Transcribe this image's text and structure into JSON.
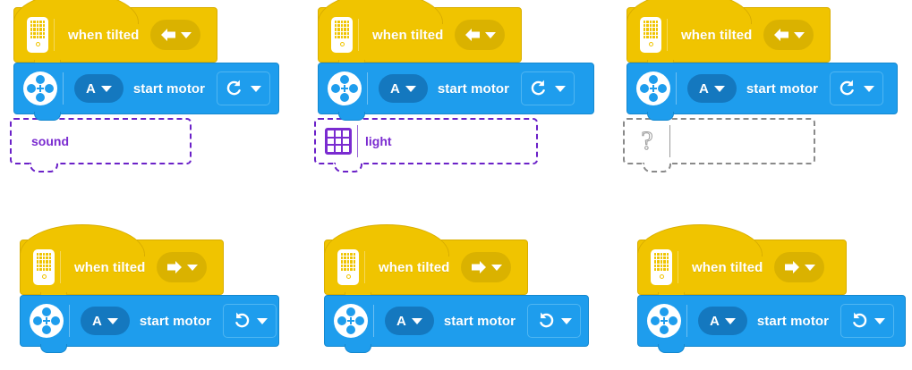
{
  "app": {
    "title": "Block programming canvas",
    "background": "#ffffff"
  },
  "colors": {
    "hat_block": "#f0c400",
    "hat_block_border": "#d9ae00",
    "hat_pill": "#dab200",
    "stack_block": "#1e9ded",
    "stack_block_border": "#1488cf",
    "stack_pill": "#1478bf",
    "ghost_purple": "#6b21c8",
    "ghost_purple_text": "#7a2bd0",
    "ghost_gray": "#8a8a8a",
    "text_white": "#ffffff"
  },
  "labels": {
    "when_tilted": "when tilted",
    "start_motor": "start motor",
    "port_a": "A",
    "sound": "sound",
    "light": "light"
  },
  "icons": {
    "hub": "hub-icon",
    "motor": "motor-icon",
    "tilt_left": "arrow-left-icon",
    "tilt_right": "arrow-right-icon",
    "rotate_cw": "rotate-clockwise-icon",
    "rotate_ccw": "rotate-counterclockwise-icon",
    "dropdown": "chevron-down-icon",
    "light_matrix": "light-matrix-icon",
    "unknown": "question-mark-icon"
  },
  "groups": [
    {
      "id": "group-1",
      "hat": {
        "text": "when tilted",
        "direction": "left",
        "direction_icon": "arrow-left-icon"
      },
      "stack": {
        "port": "A",
        "text": "start motor",
        "direction": "clockwise",
        "direction_icon": "rotate-clockwise-icon"
      },
      "ghost": {
        "label": "sound",
        "icon": "none",
        "color": "#6b21c8",
        "visible": true
      }
    },
    {
      "id": "group-2",
      "hat": {
        "text": "when tilted",
        "direction": "left",
        "direction_icon": "arrow-left-icon"
      },
      "stack": {
        "port": "A",
        "text": "start motor",
        "direction": "clockwise",
        "direction_icon": "rotate-clockwise-icon"
      },
      "ghost": {
        "label": "light",
        "icon": "light-matrix-icon",
        "color": "#6b21c8",
        "visible": true
      }
    },
    {
      "id": "group-3",
      "hat": {
        "text": "when tilted",
        "direction": "left",
        "direction_icon": "arrow-left-icon"
      },
      "stack": {
        "port": "A",
        "text": "start motor",
        "direction": "clockwise",
        "direction_icon": "rotate-clockwise-icon"
      },
      "ghost": {
        "label": "",
        "icon": "question-mark-icon",
        "color": "#8a8a8a",
        "visible": true
      }
    },
    {
      "id": "group-4",
      "hat": {
        "text": "when tilted",
        "direction": "right",
        "direction_icon": "arrow-right-icon"
      },
      "stack": {
        "port": "A",
        "text": "start motor",
        "direction": "counterclockwise",
        "direction_icon": "rotate-counterclockwise-icon"
      },
      "ghost": {
        "visible": false
      }
    },
    {
      "id": "group-5",
      "hat": {
        "text": "when tilted",
        "direction": "right",
        "direction_icon": "arrow-right-icon"
      },
      "stack": {
        "port": "A",
        "text": "start motor",
        "direction": "counterclockwise",
        "direction_icon": "rotate-counterclockwise-icon"
      },
      "ghost": {
        "visible": false
      }
    },
    {
      "id": "group-6",
      "hat": {
        "text": "when tilted",
        "direction": "right",
        "direction_icon": "arrow-right-icon"
      },
      "stack": {
        "port": "A",
        "text": "start motor",
        "direction": "counterclockwise",
        "direction_icon": "rotate-counterclockwise-icon"
      },
      "ghost": {
        "visible": false
      }
    }
  ]
}
